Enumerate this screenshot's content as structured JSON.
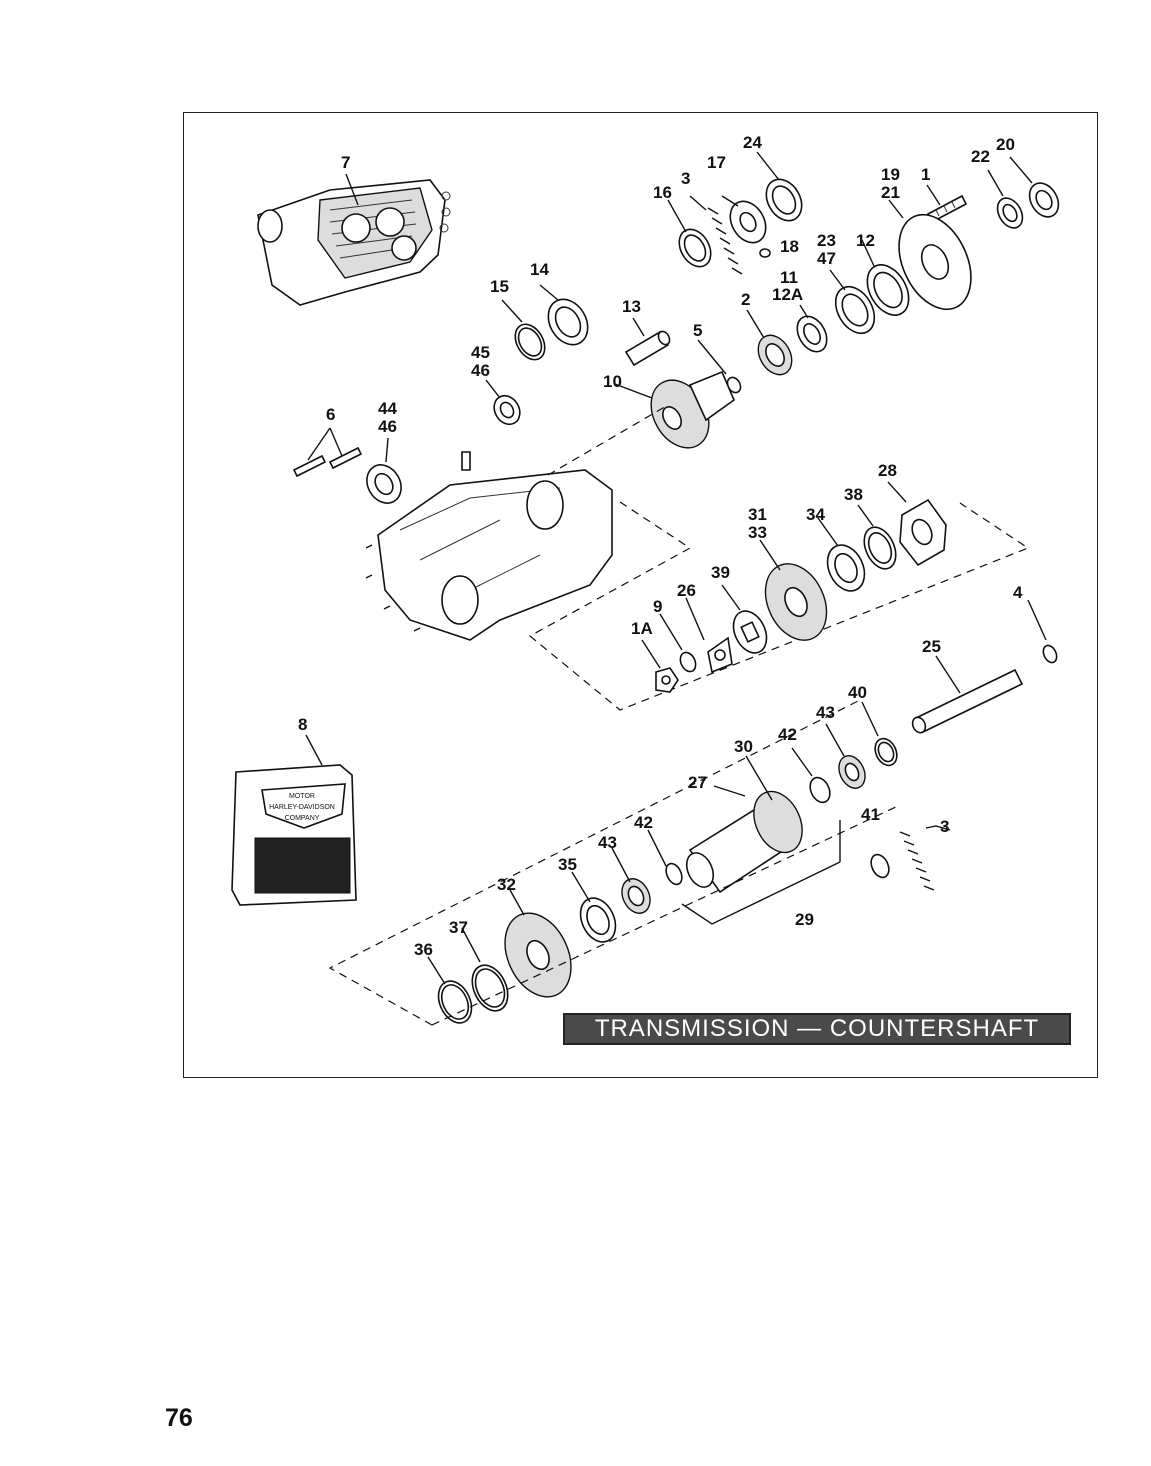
{
  "title": "TRANSMISSION — COUNTERSHAFT",
  "page_number": "76",
  "badge": {
    "line1": "MOTOR",
    "line2": "HARLEY-DAVIDSON",
    "line3": "COMPANY"
  },
  "callouts": [
    {
      "id": "c7",
      "text": "7"
    },
    {
      "id": "c24",
      "text": "24"
    },
    {
      "id": "c3a",
      "text": "3"
    },
    {
      "id": "c17",
      "text": "17"
    },
    {
      "id": "c16",
      "text": "16"
    },
    {
      "id": "c18",
      "text": "18"
    },
    {
      "id": "c19",
      "text": "19"
    },
    {
      "id": "c21",
      "text": "21"
    },
    {
      "id": "c1",
      "text": "1"
    },
    {
      "id": "c22",
      "text": "22"
    },
    {
      "id": "c20",
      "text": "20"
    },
    {
      "id": "c23",
      "text": "23"
    },
    {
      "id": "c47",
      "text": "47"
    },
    {
      "id": "c12",
      "text": "12"
    },
    {
      "id": "c11",
      "text": "11"
    },
    {
      "id": "c12A",
      "text": "12A"
    },
    {
      "id": "c14",
      "text": "14"
    },
    {
      "id": "c15",
      "text": "15"
    },
    {
      "id": "c13",
      "text": "13"
    },
    {
      "id": "c2",
      "text": "2"
    },
    {
      "id": "c5",
      "text": "5"
    },
    {
      "id": "c45",
      "text": "45"
    },
    {
      "id": "c46a",
      "text": "46"
    },
    {
      "id": "c10",
      "text": "10"
    },
    {
      "id": "c6",
      "text": "6"
    },
    {
      "id": "c44",
      "text": "44"
    },
    {
      "id": "c46b",
      "text": "46"
    },
    {
      "id": "c28",
      "text": "28"
    },
    {
      "id": "c31",
      "text": "31"
    },
    {
      "id": "c33",
      "text": "33"
    },
    {
      "id": "c34",
      "text": "34"
    },
    {
      "id": "c38",
      "text": "38"
    },
    {
      "id": "c39",
      "text": "39"
    },
    {
      "id": "c26",
      "text": "26"
    },
    {
      "id": "c9",
      "text": "9"
    },
    {
      "id": "c1A",
      "text": "1A"
    },
    {
      "id": "c4",
      "text": "4"
    },
    {
      "id": "c25",
      "text": "25"
    },
    {
      "id": "c8",
      "text": "8"
    },
    {
      "id": "c40",
      "text": "40"
    },
    {
      "id": "c43a",
      "text": "43"
    },
    {
      "id": "c42a",
      "text": "42"
    },
    {
      "id": "c30",
      "text": "30"
    },
    {
      "id": "c27",
      "text": "27"
    },
    {
      "id": "c42b",
      "text": "42"
    },
    {
      "id": "c41",
      "text": "41"
    },
    {
      "id": "c3b",
      "text": "3"
    },
    {
      "id": "c43b",
      "text": "43"
    },
    {
      "id": "c35",
      "text": "35"
    },
    {
      "id": "c32",
      "text": "32"
    },
    {
      "id": "c37",
      "text": "37"
    },
    {
      "id": "c36",
      "text": "36"
    },
    {
      "id": "c29",
      "text": "29"
    }
  ]
}
